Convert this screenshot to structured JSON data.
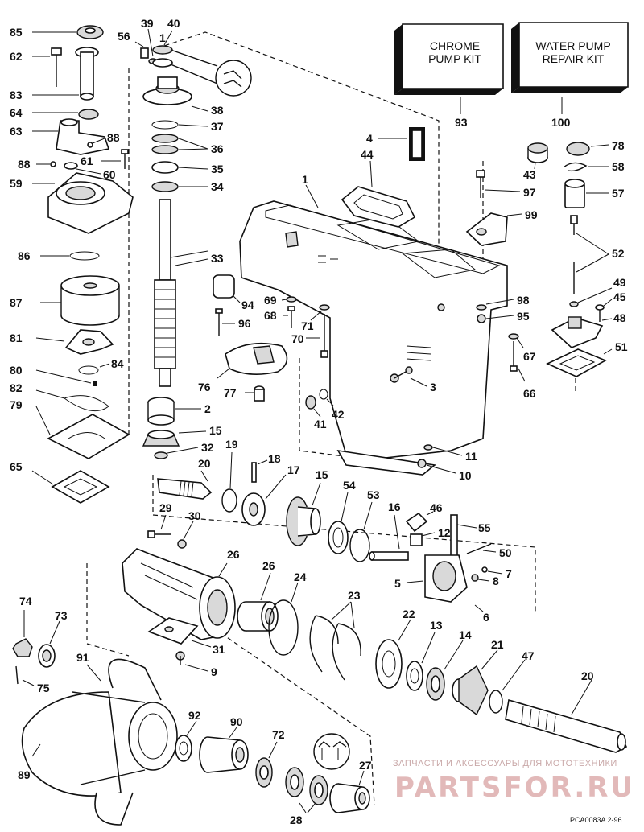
{
  "kits": [
    {
      "line1": "CHROME",
      "line2": "PUMP KIT",
      "number": "93"
    },
    {
      "line1": "WATER PUMP",
      "line2": "REPAIR KIT",
      "number": "100"
    }
  ],
  "part_numbers": {
    "p85": "85",
    "p62": "62",
    "p83": "83",
    "p64": "64",
    "p63": "63",
    "p88a": "88",
    "p88b": "88",
    "p61": "61",
    "p60": "60",
    "p59": "59",
    "p86": "86",
    "p87": "87",
    "p81": "81",
    "p80": "80",
    "p84": "84",
    "p82": "82",
    "p79": "79",
    "p65": "65",
    "p56": "56",
    "p39": "39",
    "p40": "40",
    "p1a": "1",
    "p38": "38",
    "p37": "37",
    "p36": "36",
    "p35": "35",
    "p34": "34",
    "p33": "33",
    "p94": "94",
    "p96": "96",
    "p76": "76",
    "p77": "77",
    "p2": "2",
    "p15a": "15",
    "p32": "32",
    "p20a": "20",
    "p19": "19",
    "p18": "18",
    "p17": "17",
    "p15b": "15",
    "p54": "54",
    "p53": "53",
    "p16": "16",
    "p46": "46",
    "p12": "12",
    "p55": "55",
    "p50": "50",
    "p5": "5",
    "p8": "8",
    "p7": "7",
    "p6": "6",
    "p29": "29",
    "p30": "30",
    "p1b": "1",
    "p4": "4",
    "p44": "44",
    "p69": "69",
    "p68": "68",
    "p71": "71",
    "p70": "70",
    "p3": "3",
    "p41": "41",
    "p42": "42",
    "p11": "11",
    "p10": "10",
    "p43": "43",
    "p78": "78",
    "p58": "58",
    "p97": "97",
    "p57": "57",
    "p99": "99",
    "p52": "52",
    "p49": "49",
    "p98": "98",
    "p95": "95",
    "p45": "45",
    "p48": "48",
    "p67": "67",
    "p51": "51",
    "p66": "66",
    "p26a": "26",
    "p26b": "26",
    "p24": "24",
    "p23": "23",
    "p22": "22",
    "p13": "13",
    "p14": "14",
    "p21": "21",
    "p47": "47",
    "p20b": "20",
    "p74": "74",
    "p73": "73",
    "p75": "75",
    "p91": "91",
    "p31": "31",
    "p9": "9",
    "p89": "89",
    "p92": "92",
    "p90": "90",
    "p72": "72",
    "p28": "28",
    "p27": "27"
  },
  "watermark": {
    "line1": "ЗАПЧАСТИ И АКСЕССУАРЫ ДЛЯ МОТОТЕХНИКИ",
    "line2": "PARTSFOR.RU"
  },
  "drawing_code": "PCA0083A  2-96"
}
